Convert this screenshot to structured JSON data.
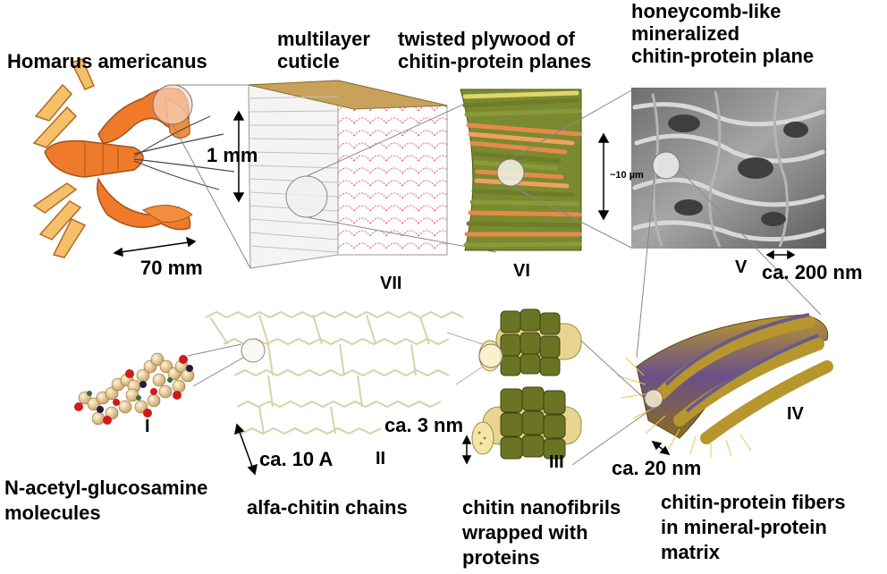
{
  "labels": {
    "homarus": "Homarus americanus",
    "multilayer_line1": "multilayer",
    "multilayer_line2": "cuticle",
    "twisted_line1": "twisted plywood of",
    "twisted_line2": "chitin-protein planes",
    "honeycomb_line1": "honeycomb-like",
    "honeycomb_line2": "mineralized",
    "honeycomb_line3": "chitin-protein plane",
    "scale_1mm": "1 mm",
    "scale_70mm": "70 mm",
    "scale_10um": "~10 µm",
    "scale_200nm": "ca. 200 nm",
    "scale_3nm": "ca. 3 nm",
    "scale_10A": "ca. 10 A",
    "scale_20nm": "ca. 20 nm",
    "roman_I": "I",
    "roman_II": "II",
    "roman_III": "III",
    "roman_IV": "IV",
    "roman_V": "V",
    "roman_VI": "VI",
    "roman_VII": "VII",
    "nag_line1": "N-acetyl-glucosamine",
    "nag_line2": "molecules",
    "alfa": "alfa-chitin chains",
    "nanofibrils_line1": "chitin nanofibrils",
    "nanofibrils_line2": "wrapped with",
    "nanofibrils_line3": "proteins",
    "fibers_line1": "chitin-protein fibers",
    "fibers_line2": "in mineral-protein",
    "fibers_line3": "matrix"
  },
  "colors": {
    "lobster": "#ee7a2a",
    "lobster_light": "#f7b98a",
    "cuticle_top": "#c8a25a",
    "plywood_green": "#6f7c28",
    "plywood_orange": "#e58a4a",
    "sem_gray": "#8a8a8a",
    "fibril_green": "#6b7424",
    "fibril_yellow": "#e8d690",
    "fiber_brown": "#8a6d1e",
    "fiber_purple": "#6a5a8a",
    "chain": "#d6d2a8"
  }
}
